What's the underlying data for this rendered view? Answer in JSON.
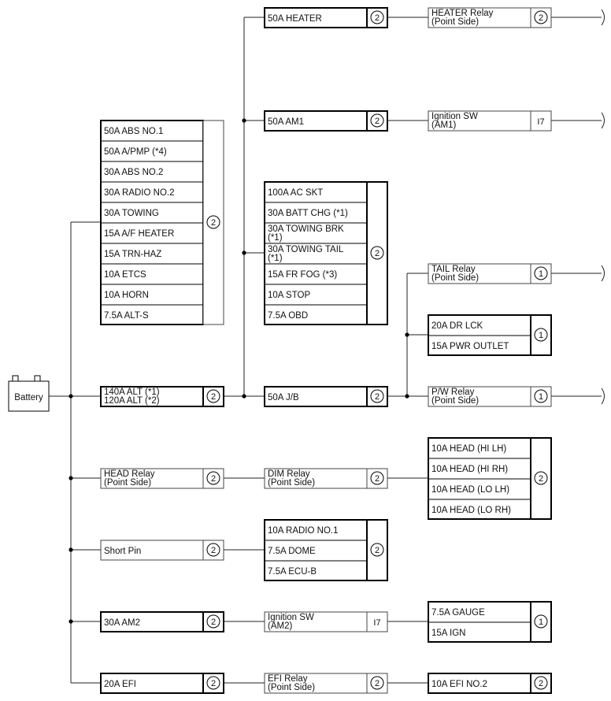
{
  "battery": {
    "label": "Battery"
  },
  "fuses_top_left": {
    "items": [
      "50A ABS NO.1",
      "50A A/PMP (*4)",
      "30A ABS NO.2",
      "30A RADIO NO.2",
      "30A TOWING",
      "15A A/F HEATER",
      "15A TRN-HAZ",
      "10A ETCS",
      "10A HORN",
      "7.5A ALT-S"
    ],
    "conn": "2"
  },
  "alt": {
    "line1": "140A ALT (*1)",
    "line2": "120A ALT (*2)",
    "conn": "2"
  },
  "head_relay": {
    "line1": "HEAD Relay",
    "line2": "(Point Side)",
    "conn": "2"
  },
  "short_pin": {
    "label": "Short Pin",
    "conn": "2"
  },
  "am2": {
    "label": "30A AM2",
    "conn": "2"
  },
  "efi": {
    "label": "20A EFI",
    "conn": "2"
  },
  "heater": {
    "label": "50A HEATER",
    "conn": "2"
  },
  "am1": {
    "label": "50A AM1",
    "conn": "2"
  },
  "fuses_mid": {
    "items": [
      {
        "line1": "100A AC SKT",
        "line2": ""
      },
      {
        "line1": "30A BATT CHG (*1)",
        "line2": ""
      },
      {
        "line1": "30A TOWING BRK",
        "line2": "(*1)"
      },
      {
        "line1": "30A TOWING TAIL",
        "line2": "(*1)"
      },
      {
        "line1": "15A FR FOG (*3)",
        "line2": ""
      },
      {
        "line1": "10A STOP",
        "line2": ""
      },
      {
        "line1": "7.5A OBD",
        "line2": ""
      }
    ],
    "conn": "2"
  },
  "jb": {
    "label": "50A J/B",
    "conn": "2"
  },
  "dim_relay": {
    "line1": "DIM Relay",
    "line2": "(Point Side)",
    "conn": "2"
  },
  "radio_group": {
    "items": [
      "10A RADIO NO.1",
      "7.5A DOME",
      "7.5A ECU-B"
    ],
    "conn": "2"
  },
  "ign_am2": {
    "line1": "Ignition SW",
    "line2": "(AM2)",
    "conn": "I7"
  },
  "efi_relay": {
    "line1": "EFI Relay",
    "line2": "(Point Side)",
    "conn": "2"
  },
  "heater_relay": {
    "line1": "HEATER Relay",
    "line2": "(Point Side)",
    "conn": "2"
  },
  "ign_am1": {
    "line1": "Ignition SW",
    "line2": "(AM1)",
    "conn": "I7"
  },
  "tail_relay": {
    "line1": "TAIL Relay",
    "line2": "(Point Side)",
    "conn": "1"
  },
  "drlck_group": {
    "items": [
      "20A DR LCK",
      "15A PWR OUTLET"
    ],
    "conn": "1"
  },
  "pw_relay": {
    "line1": "P/W Relay",
    "line2": "(Point Side)",
    "conn": "1"
  },
  "head_group": {
    "items": [
      "10A HEAD (HI LH)",
      "10A HEAD (HI RH)",
      "10A HEAD (LO LH)",
      "10A HEAD (LO RH)"
    ],
    "conn": "2"
  },
  "gauge_group": {
    "items": [
      "7.5A GAUGE",
      "15A IGN"
    ],
    "conn": "1"
  },
  "efi_no2": {
    "label": "10A EFI NO.2",
    "conn": "2"
  }
}
